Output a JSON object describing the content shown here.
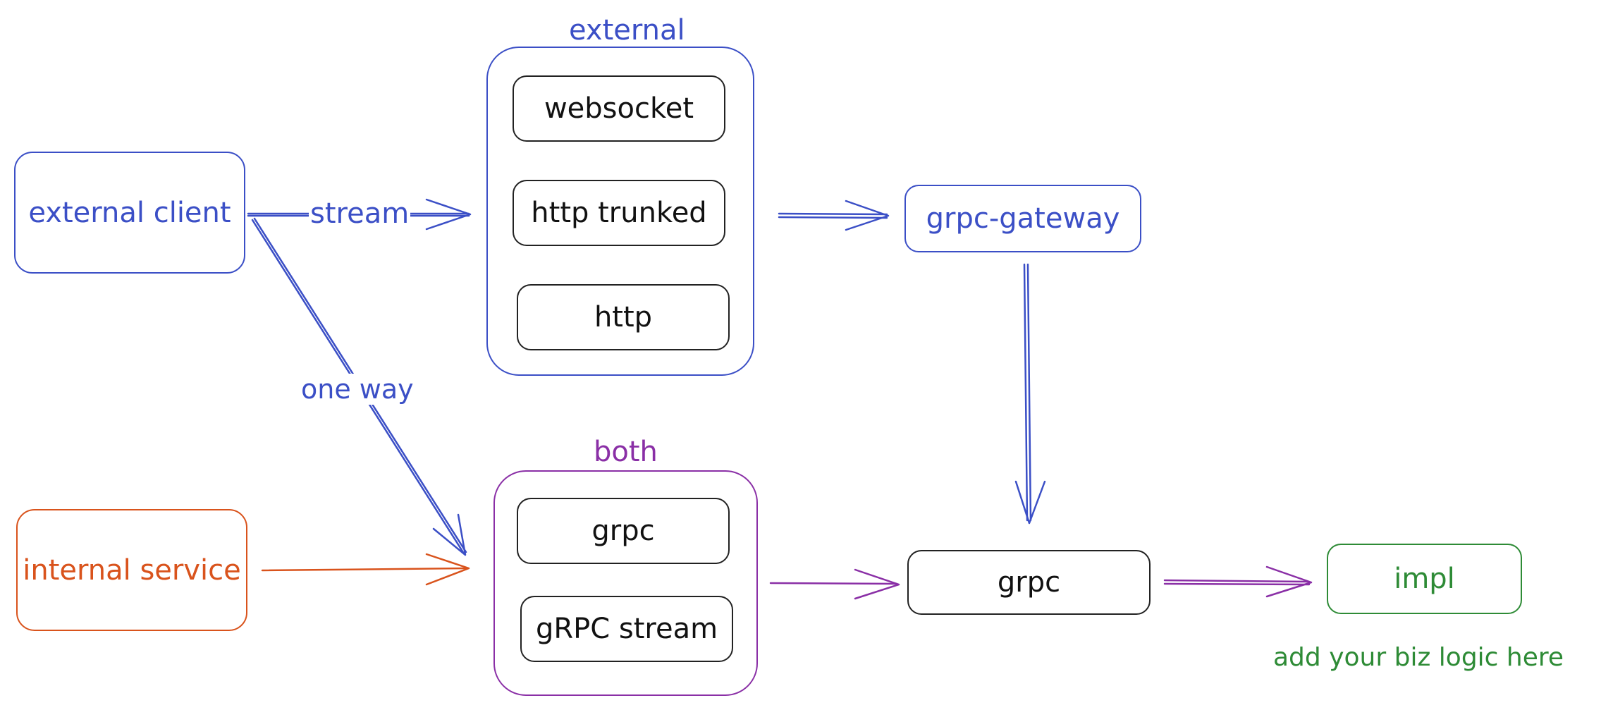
{
  "nodes": {
    "external_client": "external client",
    "internal_service": "internal service",
    "websocket": "websocket",
    "http_trunked": "http trunked",
    "http": "http",
    "grpc_inner": "grpc",
    "grpc_stream": "gRPC stream",
    "grpc_gateway": "grpc-gateway",
    "grpc_main": "grpc",
    "impl": "impl"
  },
  "groups": {
    "external": "external",
    "both": "both"
  },
  "edges": {
    "stream": "stream",
    "one_way": "one way"
  },
  "notes": {
    "biz_logic": "add your biz logic here"
  },
  "colors": {
    "blue": "#3b4fc6",
    "orange": "#d9531c",
    "purple": "#8a2fa6",
    "green": "#2e8b36",
    "black": "#222222"
  }
}
